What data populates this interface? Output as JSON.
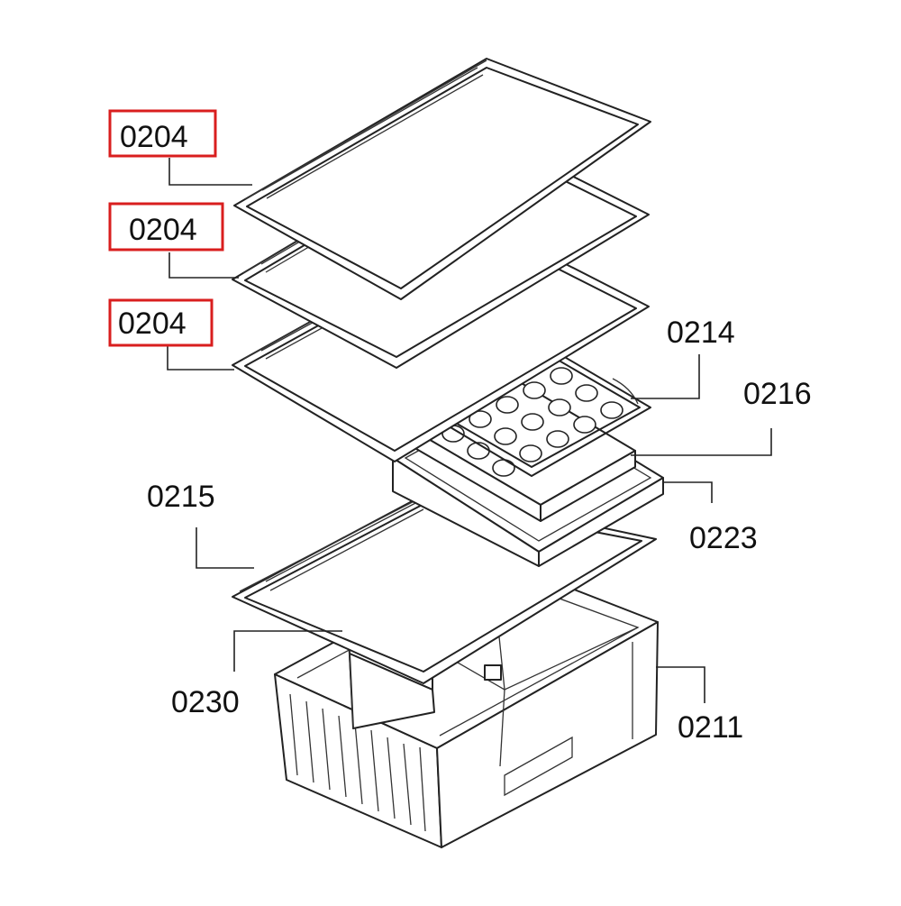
{
  "callouts": [
    {
      "id": "0204",
      "label": "0204",
      "highlighted": true
    },
    {
      "id": "0204b",
      "label": "0204",
      "highlighted": true
    },
    {
      "id": "0204c",
      "label": "0204",
      "highlighted": true
    },
    {
      "id": "0214",
      "label": "0214",
      "highlighted": false
    },
    {
      "id": "0216",
      "label": "0216",
      "highlighted": false
    },
    {
      "id": "0223",
      "label": "0223",
      "highlighted": false
    },
    {
      "id": "0215",
      "label": "0215",
      "highlighted": false
    },
    {
      "id": "0230",
      "label": "0230",
      "highlighted": false
    },
    {
      "id": "0211",
      "label": "0211",
      "highlighted": false
    }
  ],
  "colors": {
    "highlight_box": "#d91e1e",
    "line": "#222222",
    "background": "#ffffff"
  }
}
